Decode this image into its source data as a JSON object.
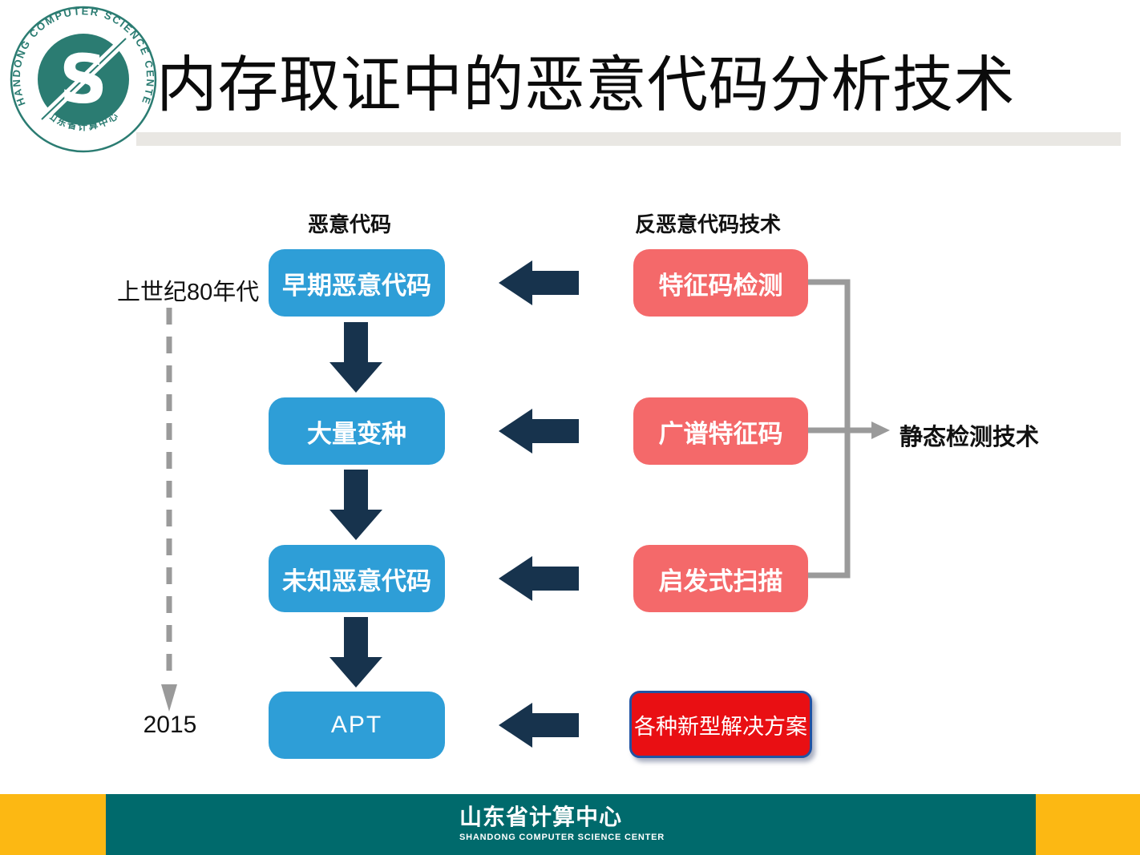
{
  "slide": {
    "title": "内存取证中的恶意代码分析技术"
  },
  "logo": {
    "ring_text_en": "SHANDONG COMPUTER SCIENCE CENTER",
    "ring_text_cn": "山东省计算中心",
    "monogram": "S"
  },
  "diagram": {
    "left_column_header": "恶意代码",
    "right_column_header": "反恶意代码技术",
    "timeline": {
      "start_label": "上世纪80年代",
      "end_label": "2015"
    },
    "malware_stages": [
      "早期恶意代码",
      "大量变种",
      "未知恶意代码",
      "APT"
    ],
    "anti_malware_techs": [
      "特征码检测",
      "广谱特征码",
      "启发式扫描"
    ],
    "new_solution_label": "各种新型解决方案",
    "static_detection_label": "静态检测技术"
  },
  "footer": {
    "org_name_cn": "山东省计算中心",
    "org_name_en": "SHANDONG COMPUTER  SCIENCE CENTER"
  },
  "colors": {
    "stage_box_blue": "#2e9ed7",
    "tech_box_red": "#f4696a",
    "flow_arrow_navy": "#17334d",
    "solution_red": "#e90f13",
    "solution_border_blue": "#2053a4",
    "connector_gray": "#9a9a9a",
    "footer_teal": "#006a6c",
    "accent_yellow": "#fcb813",
    "logo_teal": "#2b7c72",
    "title_underline_gray": "#e9e7e3"
  }
}
